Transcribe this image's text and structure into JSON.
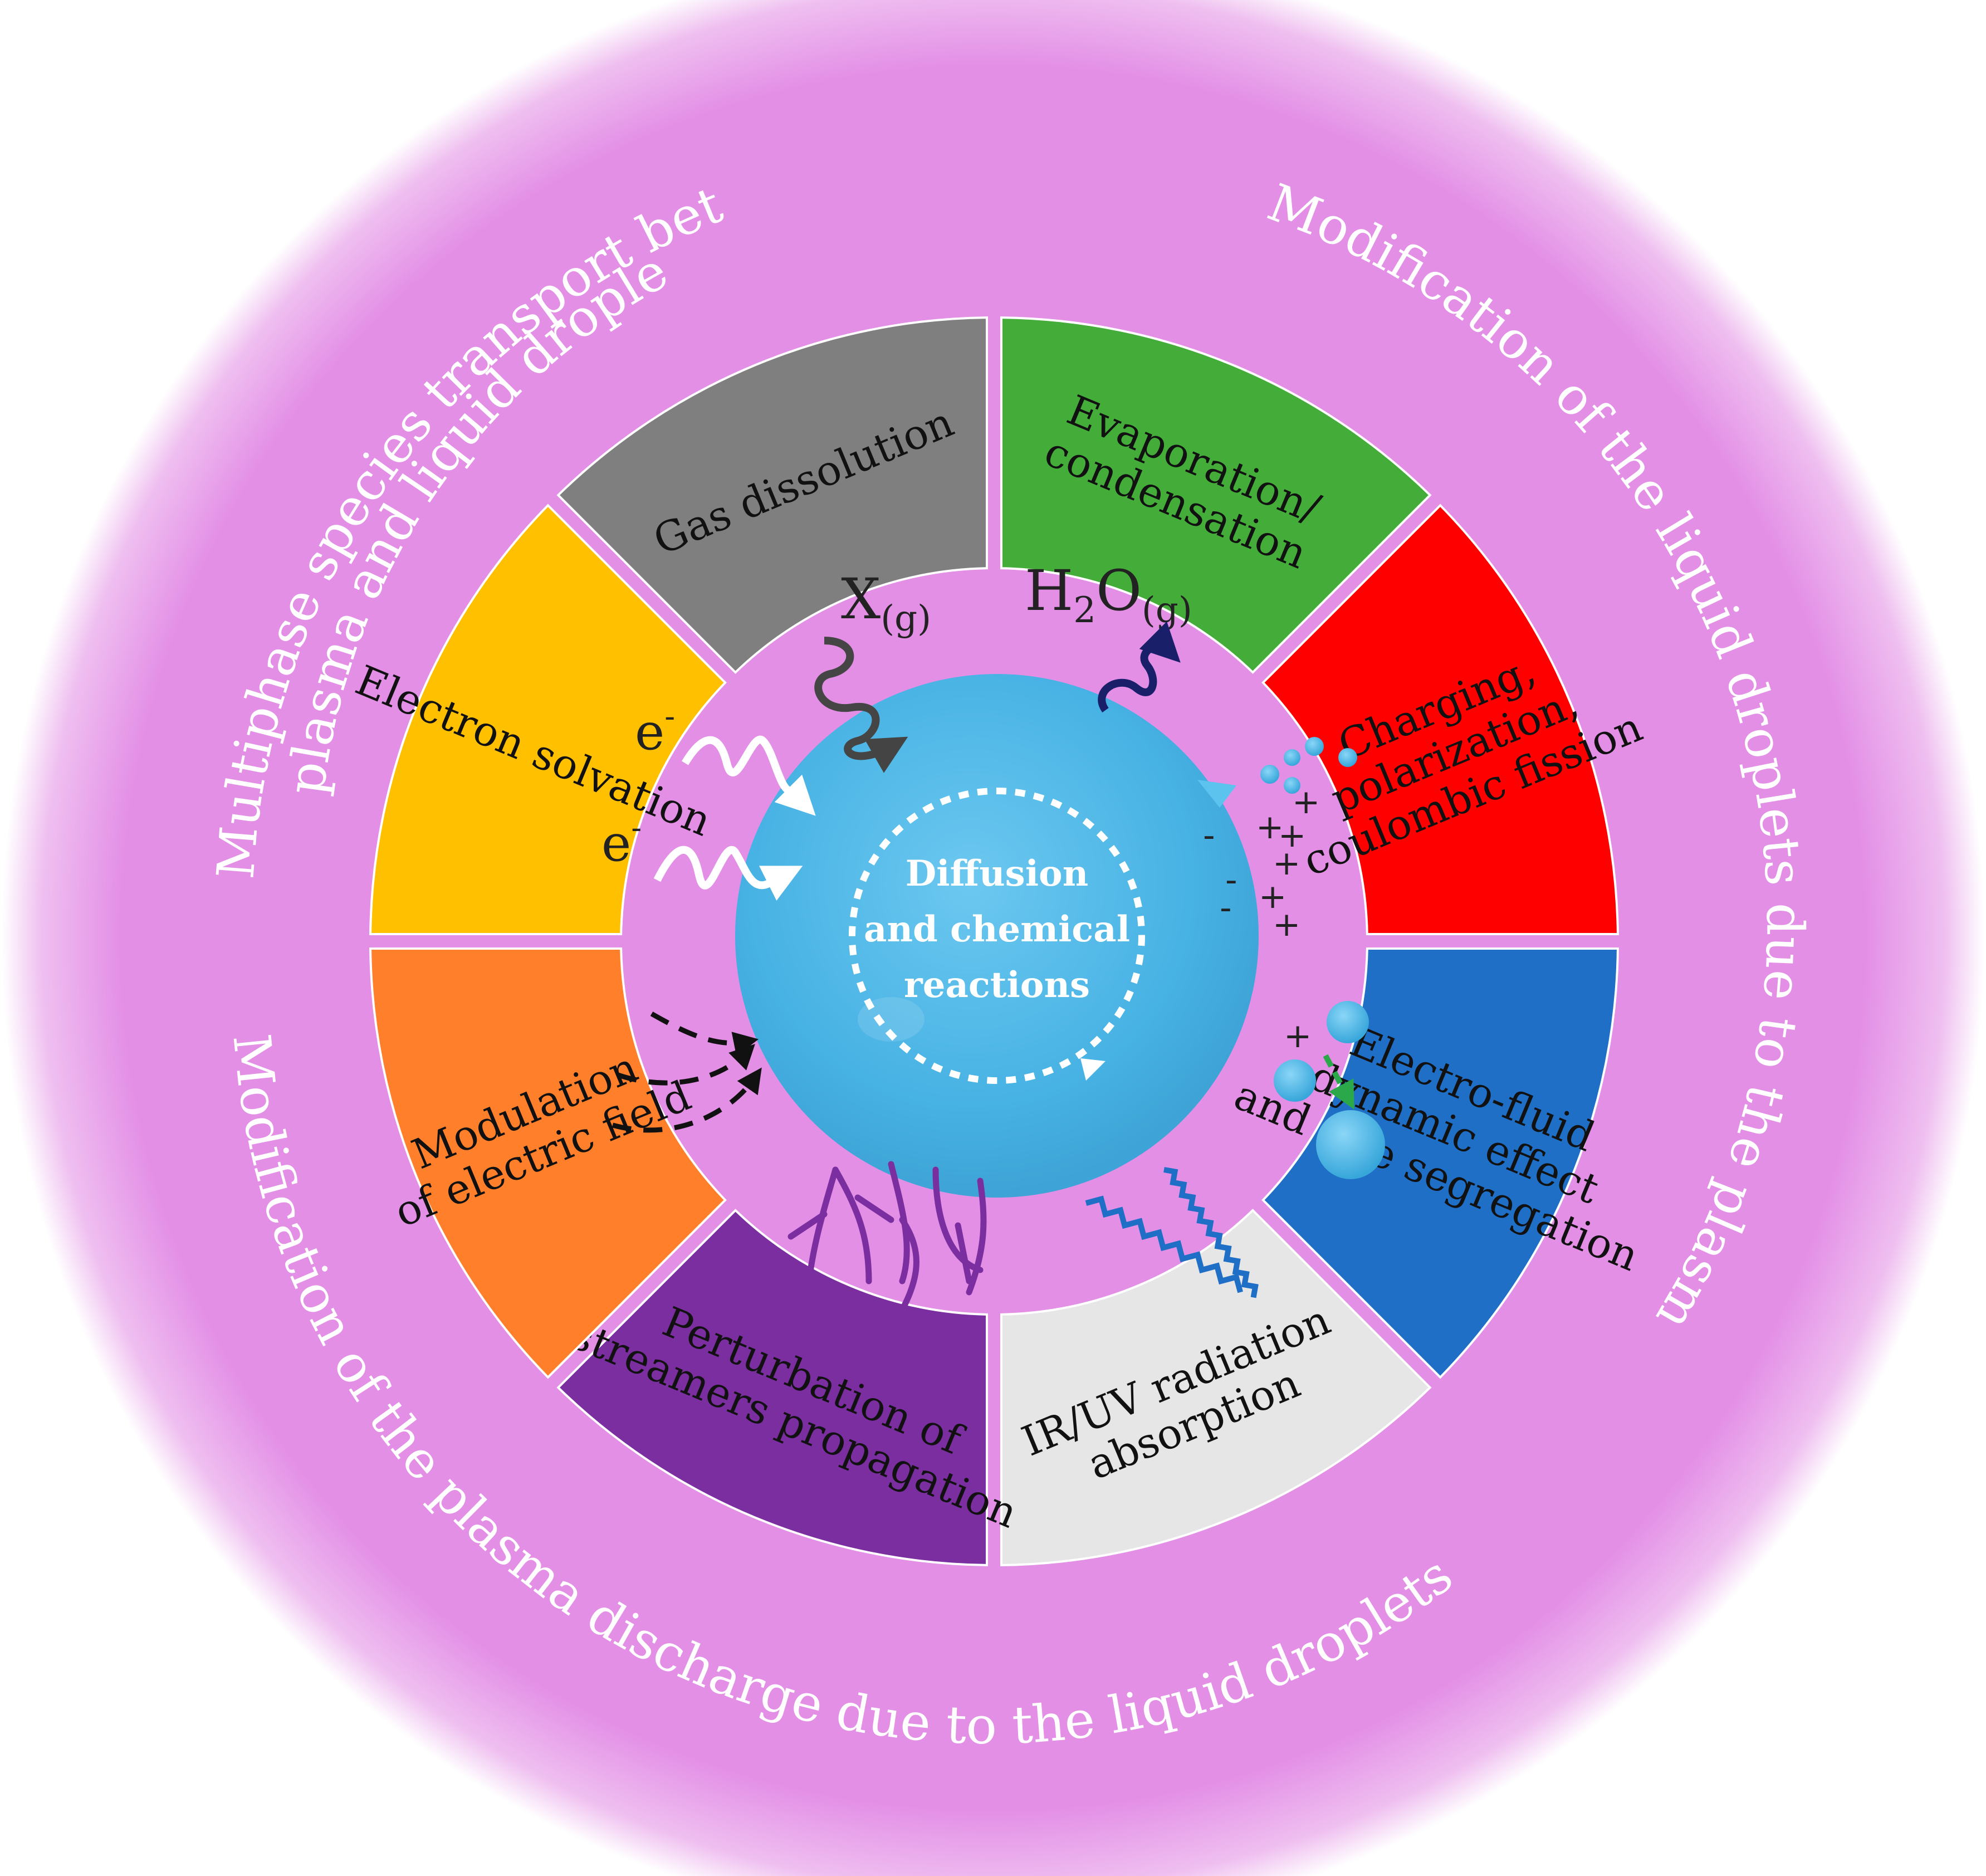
{
  "outer_labels": {
    "top_left_line1": "Multiphase species transport between",
    "top_left_line2": "plasma and liquid droplets",
    "right": "Modification of the liquid droplets due to the plasma",
    "bottom": "Modification of the plasma discharge due to the liquid droplets"
  },
  "center": {
    "line1": "Diffusion",
    "line2": "and chemical",
    "line3": "reactions"
  },
  "segments": [
    {
      "key": "gas",
      "lines": [
        "Gas dissolution"
      ],
      "color": "#7f7f7f"
    },
    {
      "key": "evap",
      "lines": [
        "Evaporation/",
        "condensation"
      ],
      "color": "#44ad3a"
    },
    {
      "key": "charge",
      "lines": [
        "Charging,",
        "polarization,",
        "coulombic fission"
      ],
      "color": "#ff0000"
    },
    {
      "key": "ehd",
      "lines": [
        "Electro-fluid",
        "dynamic effect",
        "and size segregation"
      ],
      "color": "#1f6fc6"
    },
    {
      "key": "iruv",
      "lines": [
        "IR/UV radiation",
        "absorption"
      ],
      "color": "#e6e6e6"
    },
    {
      "key": "streamer",
      "lines": [
        "Perturbation of",
        "streamers propagation"
      ],
      "color": "#7a2ea0"
    },
    {
      "key": "field",
      "lines": [
        "Modulation",
        "of electric field"
      ],
      "color": "#ff7f2a"
    },
    {
      "key": "esolv",
      "lines": [
        "Electron solvation"
      ],
      "color": "#ffc000"
    }
  ],
  "species": {
    "gas": "X",
    "gas_sub": "(g)",
    "water": "H",
    "water_sub2": "2",
    "water_o": "O",
    "water_sub": "(g)",
    "electron": "e",
    "electron_sup": "-",
    "minus": "-",
    "plus": "+"
  },
  "colors": {
    "background_ring": "#e38fe6",
    "droplet": "#4fb8e8",
    "outer_label": "#ffffff"
  }
}
